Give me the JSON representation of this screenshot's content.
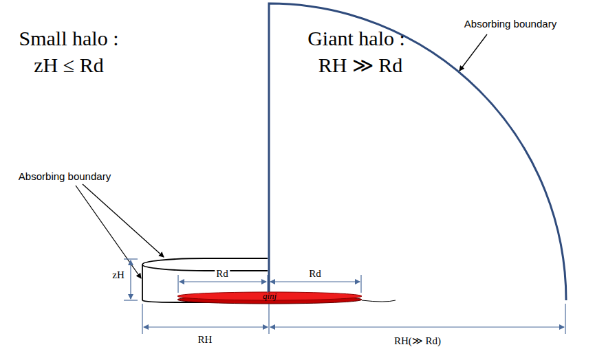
{
  "diagram": {
    "labels": [
      "Small halo :",
      "zH ≤ Rd",
      "Giant halo :",
      "RH ≫ Rd",
      "Absorbing boundary",
      "Absorbing boundary",
      "zH",
      "Rd",
      "Rd",
      "qinj",
      "RH",
      "RH(≫ Rd)"
    ]
  }
}
